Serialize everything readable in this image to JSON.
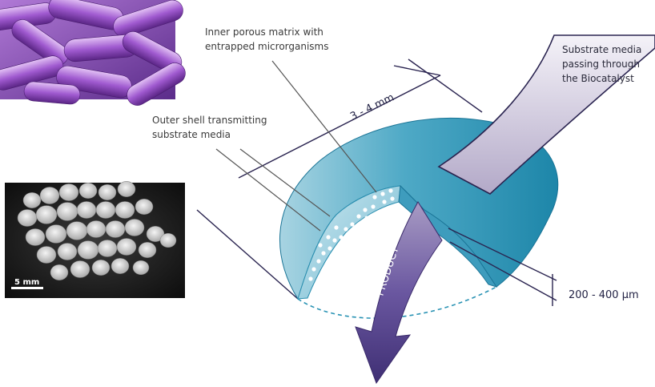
{
  "labels": {
    "inner_matrix_line1": "Inner porous matrix with",
    "inner_matrix_line2": "entrapped microrganisms",
    "outer_shell_line1": "Outer shell transmitting",
    "outer_shell_line2": "substrate media",
    "substrate_line1": "Substrate media",
    "substrate_line2": "passing through",
    "substrate_line3": "the Biocatalyst",
    "diameter": "3 - 4 mm",
    "shell_thickness": "200 - 400 µm",
    "product": "PRODUCT",
    "scale_bar": "5 mm"
  },
  "colors": {
    "bead_teal": "#2a93b4",
    "bead_light": "#8cc7d8",
    "arrow_top": "#eae6f0",
    "arrow_bottom": "#4a3a7c",
    "line_navy": "#2a2450",
    "bacteria_purple": "#8a4fc0"
  },
  "images": {
    "bacteria_photo": "bacteria-microscopy-image",
    "beads_photo": "biocatalyst-beads-photo"
  }
}
